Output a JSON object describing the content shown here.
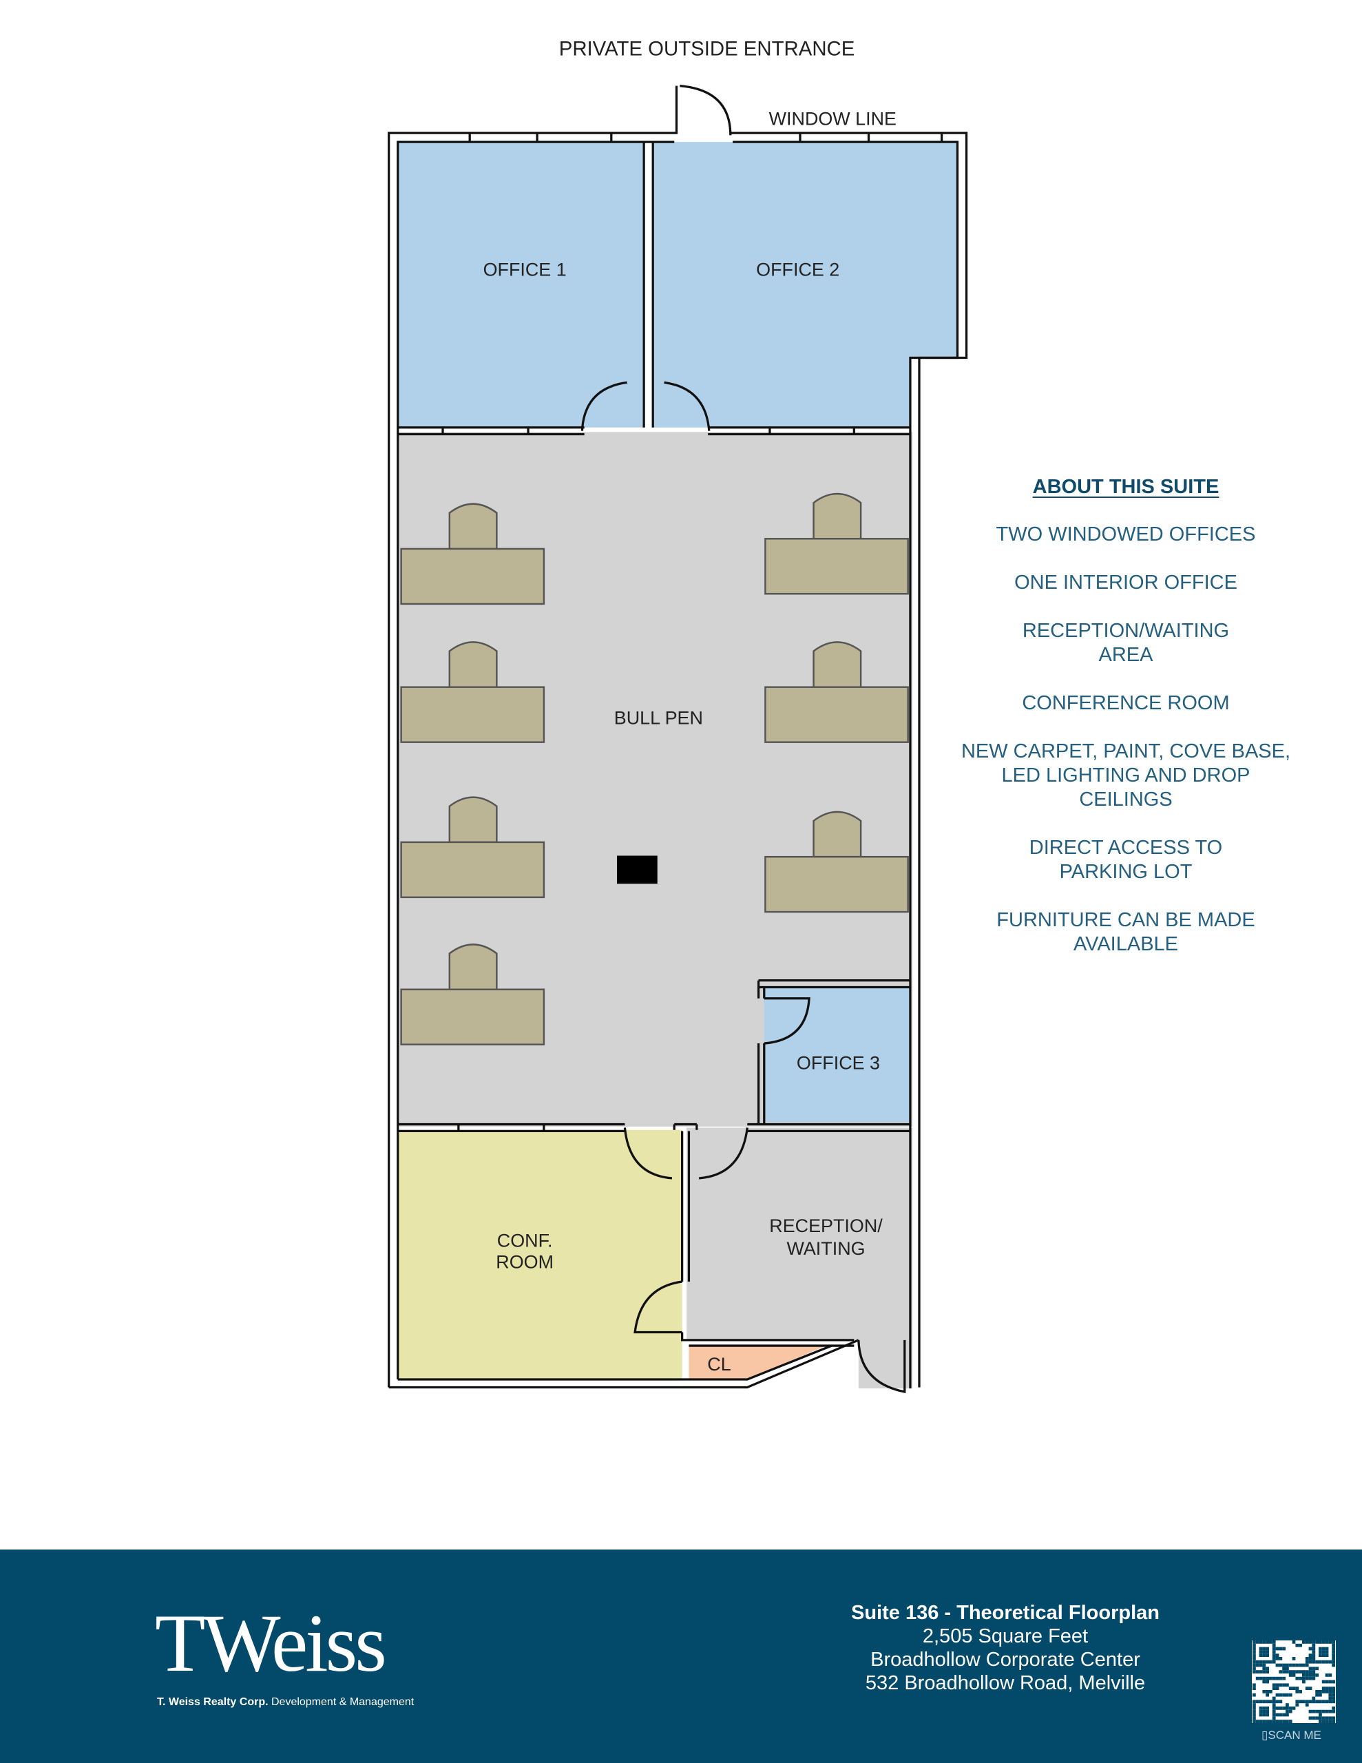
{
  "plan": {
    "entrance_label": "PRIVATE OUTSIDE ENTRANCE",
    "window_label": "WINDOW LINE",
    "rooms": {
      "office1": "OFFICE 1",
      "office2": "OFFICE 2",
      "bullpen": "BULL PEN",
      "office3": "OFFICE 3",
      "conf_line1": "CONF.",
      "conf_line2": "ROOM",
      "reception_line1": "RECEPTION/",
      "reception_line2": "WAITING",
      "closet": "CL"
    },
    "colors": {
      "office": "#b1d0ea",
      "common": "#d3d3d3",
      "conf": "#e8e5ab",
      "closet": "#f8c6a4",
      "desk": "#bcb595"
    }
  },
  "about": {
    "heading": "ABOUT THIS SUITE",
    "items": [
      "TWO WINDOWED OFFICES",
      "ONE INTERIOR OFFICE",
      "RECEPTION/WAITING AREA",
      "CONFERENCE ROOM",
      "NEW CARPET, PAINT, COVE BASE, LED LIGHTING AND DROP CEILINGS",
      "DIRECT ACCESS TO PARKING LOT",
      "FURNITURE CAN BE MADE AVAILABLE"
    ]
  },
  "footer": {
    "logo_text": "TWeiss",
    "logo_company": "T. Weiss Realty Corp.",
    "logo_tagline": "Development & Management",
    "suite_title": "Suite 136 - Theoretical Floorplan",
    "square_feet": "2,505 Square Feet",
    "center": "Broadhollow Corporate Center",
    "address": "532 Broadhollow Road, Melville",
    "scan_label": "SCAN ME"
  }
}
